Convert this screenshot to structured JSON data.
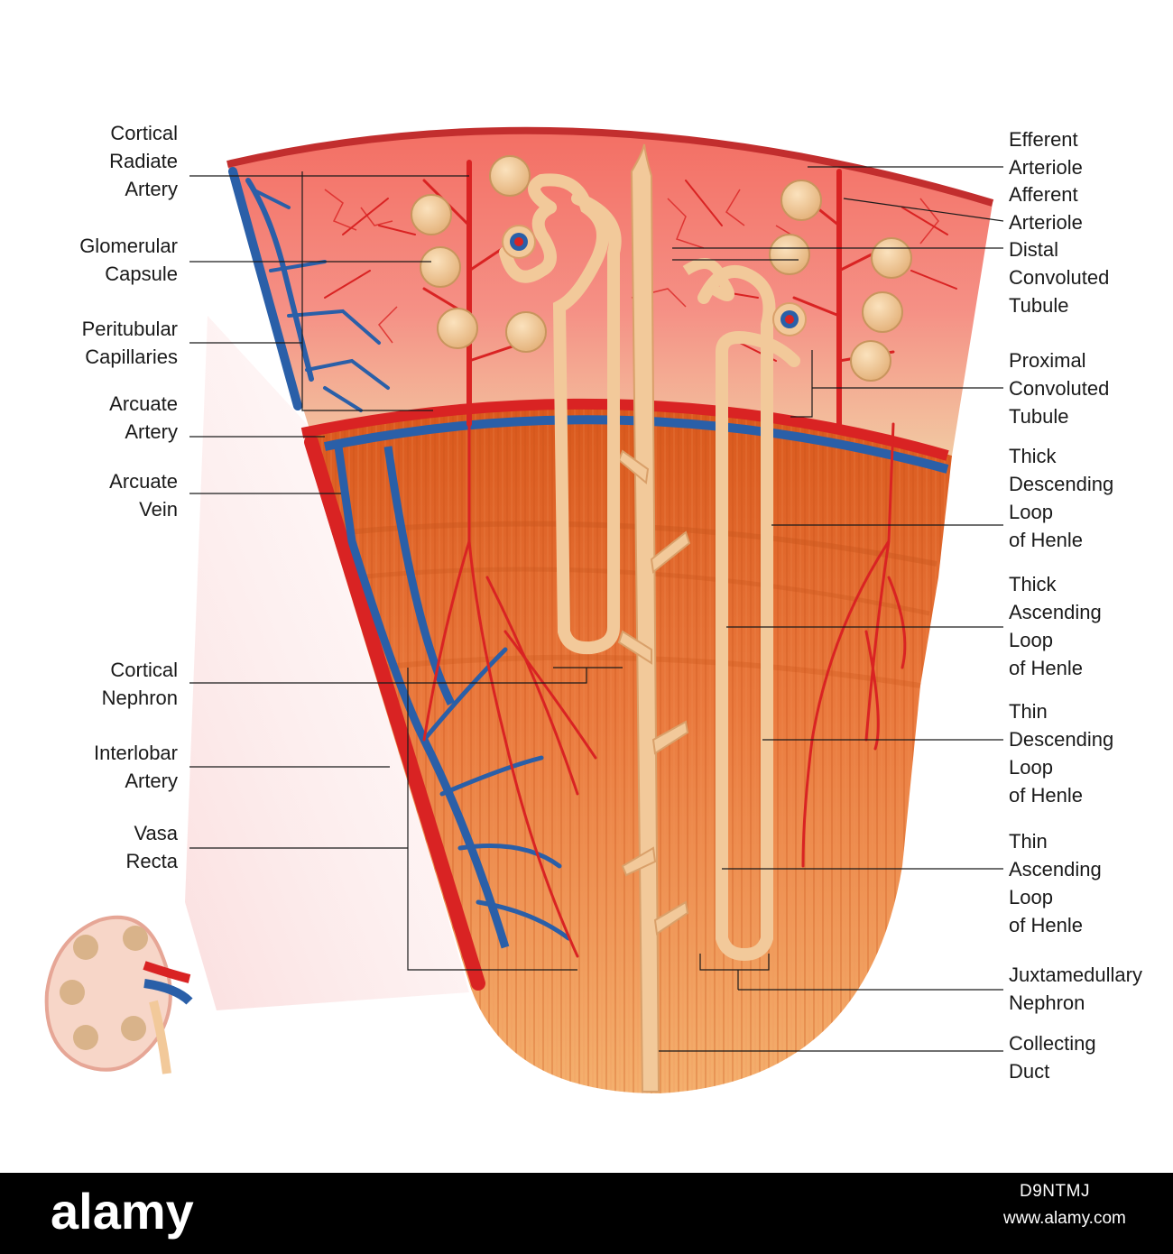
{
  "labels_left": [
    {
      "id": "cortical-radiate-artery",
      "lines": [
        "Cortical",
        "Radiate",
        "Artery"
      ]
    },
    {
      "id": "glomerular-capsule",
      "lines": [
        "Glomerular",
        "Capsule"
      ]
    },
    {
      "id": "peritubular-capillaries",
      "lines": [
        "Peritubular",
        "Capillaries"
      ]
    },
    {
      "id": "arcuate-artery",
      "lines": [
        "Arcuate",
        "Artery"
      ]
    },
    {
      "id": "arcuate-vein",
      "lines": [
        "Arcuate",
        "Vein"
      ]
    },
    {
      "id": "cortical-nephron",
      "lines": [
        "Cortical",
        "Nephron"
      ]
    },
    {
      "id": "interlobar-artery",
      "lines": [
        "Interlobar",
        "Artery"
      ]
    },
    {
      "id": "vasa-recta",
      "lines": [
        "Vasa",
        "Recta"
      ]
    }
  ],
  "labels_right": [
    {
      "id": "efferent-arteriole",
      "lines": [
        "Efferent",
        "Arteriole"
      ]
    },
    {
      "id": "afferent-arteriole",
      "lines": [
        "Afferent",
        "Arteriole"
      ]
    },
    {
      "id": "distal-convoluted-tubule",
      "lines": [
        "Distal",
        "Convoluted",
        "Tubule"
      ]
    },
    {
      "id": "proximal-convoluted-tubule",
      "lines": [
        "Proximal",
        "Convoluted",
        "Tubule"
      ]
    },
    {
      "id": "thick-descending-loop",
      "lines": [
        "Thick",
        "Descending",
        "Loop",
        "of Henle"
      ]
    },
    {
      "id": "thick-ascending-loop",
      "lines": [
        "Thick",
        "Ascending",
        "Loop",
        "of Henle"
      ]
    },
    {
      "id": "thin-descending-loop",
      "lines": [
        "Thin",
        "Descending",
        "Loop",
        "of Henle"
      ]
    },
    {
      "id": "thin-ascending-loop",
      "lines": [
        "Thin",
        "Ascending",
        "Loop",
        "of Henle"
      ]
    },
    {
      "id": "juxtamedullary-nephron",
      "lines": [
        "Juxtamedullary",
        "Nephron"
      ]
    },
    {
      "id": "collecting-duct",
      "lines": [
        "Collecting",
        "Duct"
      ]
    }
  ],
  "footer": {
    "brand": "alamy",
    "image_id": "D9NTMJ",
    "site": "www.alamy.com"
  },
  "colors": {
    "cortex": "#f08a80",
    "medulla": "#e8763a",
    "artery": "#d92323",
    "vein": "#2a5fa8",
    "tubule": "#f2c99a",
    "capsule": "#f0c898"
  }
}
